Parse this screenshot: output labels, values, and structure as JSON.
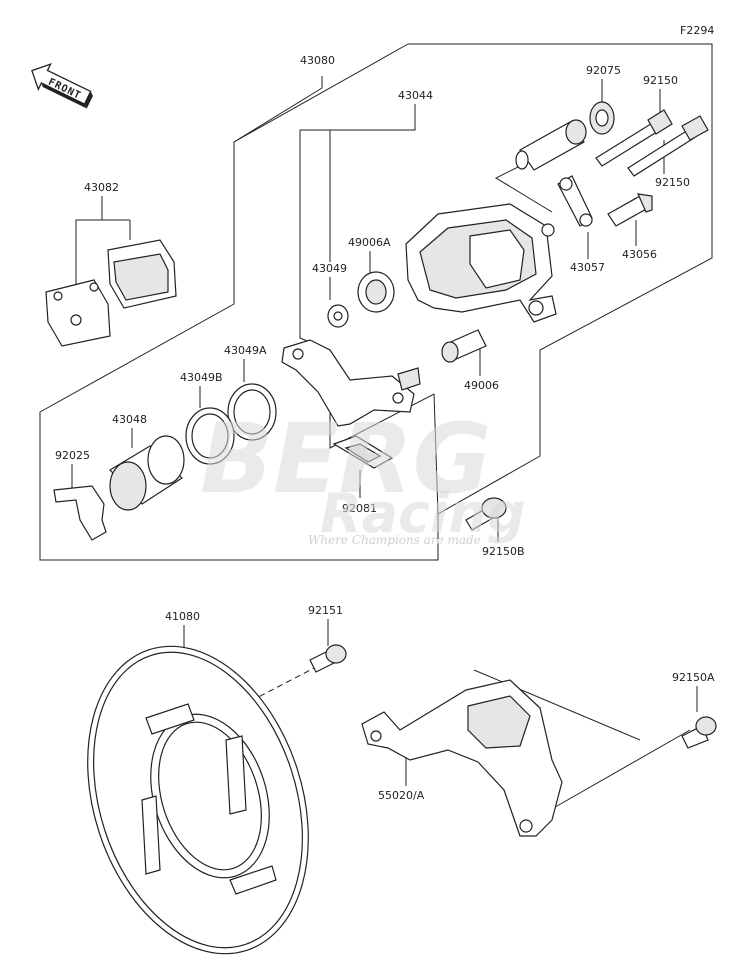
{
  "diagram_code": "F2294",
  "front_label": "FRONT",
  "parts": {
    "p43080": "43080",
    "p43044": "43044",
    "p92075": "92075",
    "p92150_top": "92150",
    "p92150_right": "92150",
    "p43082": "43082",
    "p49006A": "49006A",
    "p43049": "43049",
    "p43057": "43057",
    "p43056": "43056",
    "p43049A": "43049A",
    "p43049B": "43049B",
    "p43048": "43048",
    "p49006": "49006",
    "p92025": "92025",
    "p92081": "92081",
    "p92150B": "92150B",
    "p41080": "41080",
    "p92151": "92151",
    "p92150A": "92150A",
    "p55020A": "55020/A"
  },
  "watermark": {
    "brand_top": "BERG",
    "brand_bottom": "Racing",
    "tagline": "Where Champions are made"
  }
}
